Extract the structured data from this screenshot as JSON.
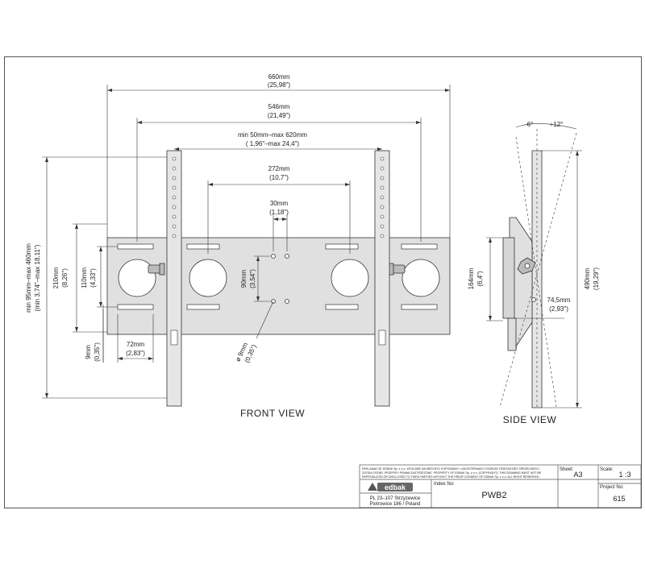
{
  "front_view": {
    "title": "FRONT VIEW",
    "dims": {
      "d660": "660mm",
      "d660_in": "(25,98\")",
      "d546": "546mm",
      "d546_in": "(21,49\")",
      "d_range": "min 50mm–max 620mm",
      "d_range_in": "( 1,96\"–max 24,4\")",
      "d272": "272mm",
      "d272_in": "(10,7\")",
      "d30": "30mm",
      "d30_in": "(1,18\")",
      "d90": "90mm",
      "d90_in": "(3,54\")",
      "d210": "210mm",
      "d210_in": "(8,26\")",
      "d110": "110mm",
      "d110_in": "(4,33\")",
      "d_height": "min 95mm–max 460mm",
      "d_height_in": "(min 3,74\"–max 18,11\")",
      "d9": "9mm",
      "d9_in": "(0,35\")",
      "d72": "72mm",
      "d72_in": "(2,83\")",
      "d_hole": "ø 9mm",
      "d_hole_in": "(0,35\")"
    }
  },
  "side_view": {
    "title": "SIDE VIEW",
    "angles": {
      "minus": "-6°",
      "plus": "+12°"
    },
    "dims": {
      "d164": "164mm",
      "d164_in": "(6,4\")",
      "d490": "490mm",
      "d490_in": "(19,29\")",
      "d745": "74,5mm",
      "d745_in": "(2,93\")"
    }
  },
  "title_block": {
    "legal": [
      "REKLAMACJE: EDBAK Sp. z o.o. WYSLANE NA MEDI BYC KOPIOWANY I UDOSTEPNIANY OSOBOM TRZECIM BEZ SPRZECIWOCI",
      "ZGODA OSOBY. PRZEPISY PRAWA ZASTRZEZONE. PROPERTY OF EDBAK Sp. z o.o. (COPYRIGHT). THIS DRAWING MUST NOT BE",
      "REPRODUCED OR DISCLOSED TO THIRD PARTIES WITHOUT THE PRIOR CONSENT OF EDBAK Sp. z o.o. ALL RIGHT RESERVED."
    ],
    "sheet_label": "Sheet:",
    "sheet_value": "A3",
    "scale_label": "Scale:",
    "scale_value": "1 :3",
    "index_label": "Index No:",
    "index_value": "PWB2",
    "project_label": "Project No:",
    "project_value": "615",
    "logo_text": "edbak",
    "address_1": "PL 23–107 Strzyzewice",
    "address_2": "Piotrowice 186 / Poland"
  }
}
